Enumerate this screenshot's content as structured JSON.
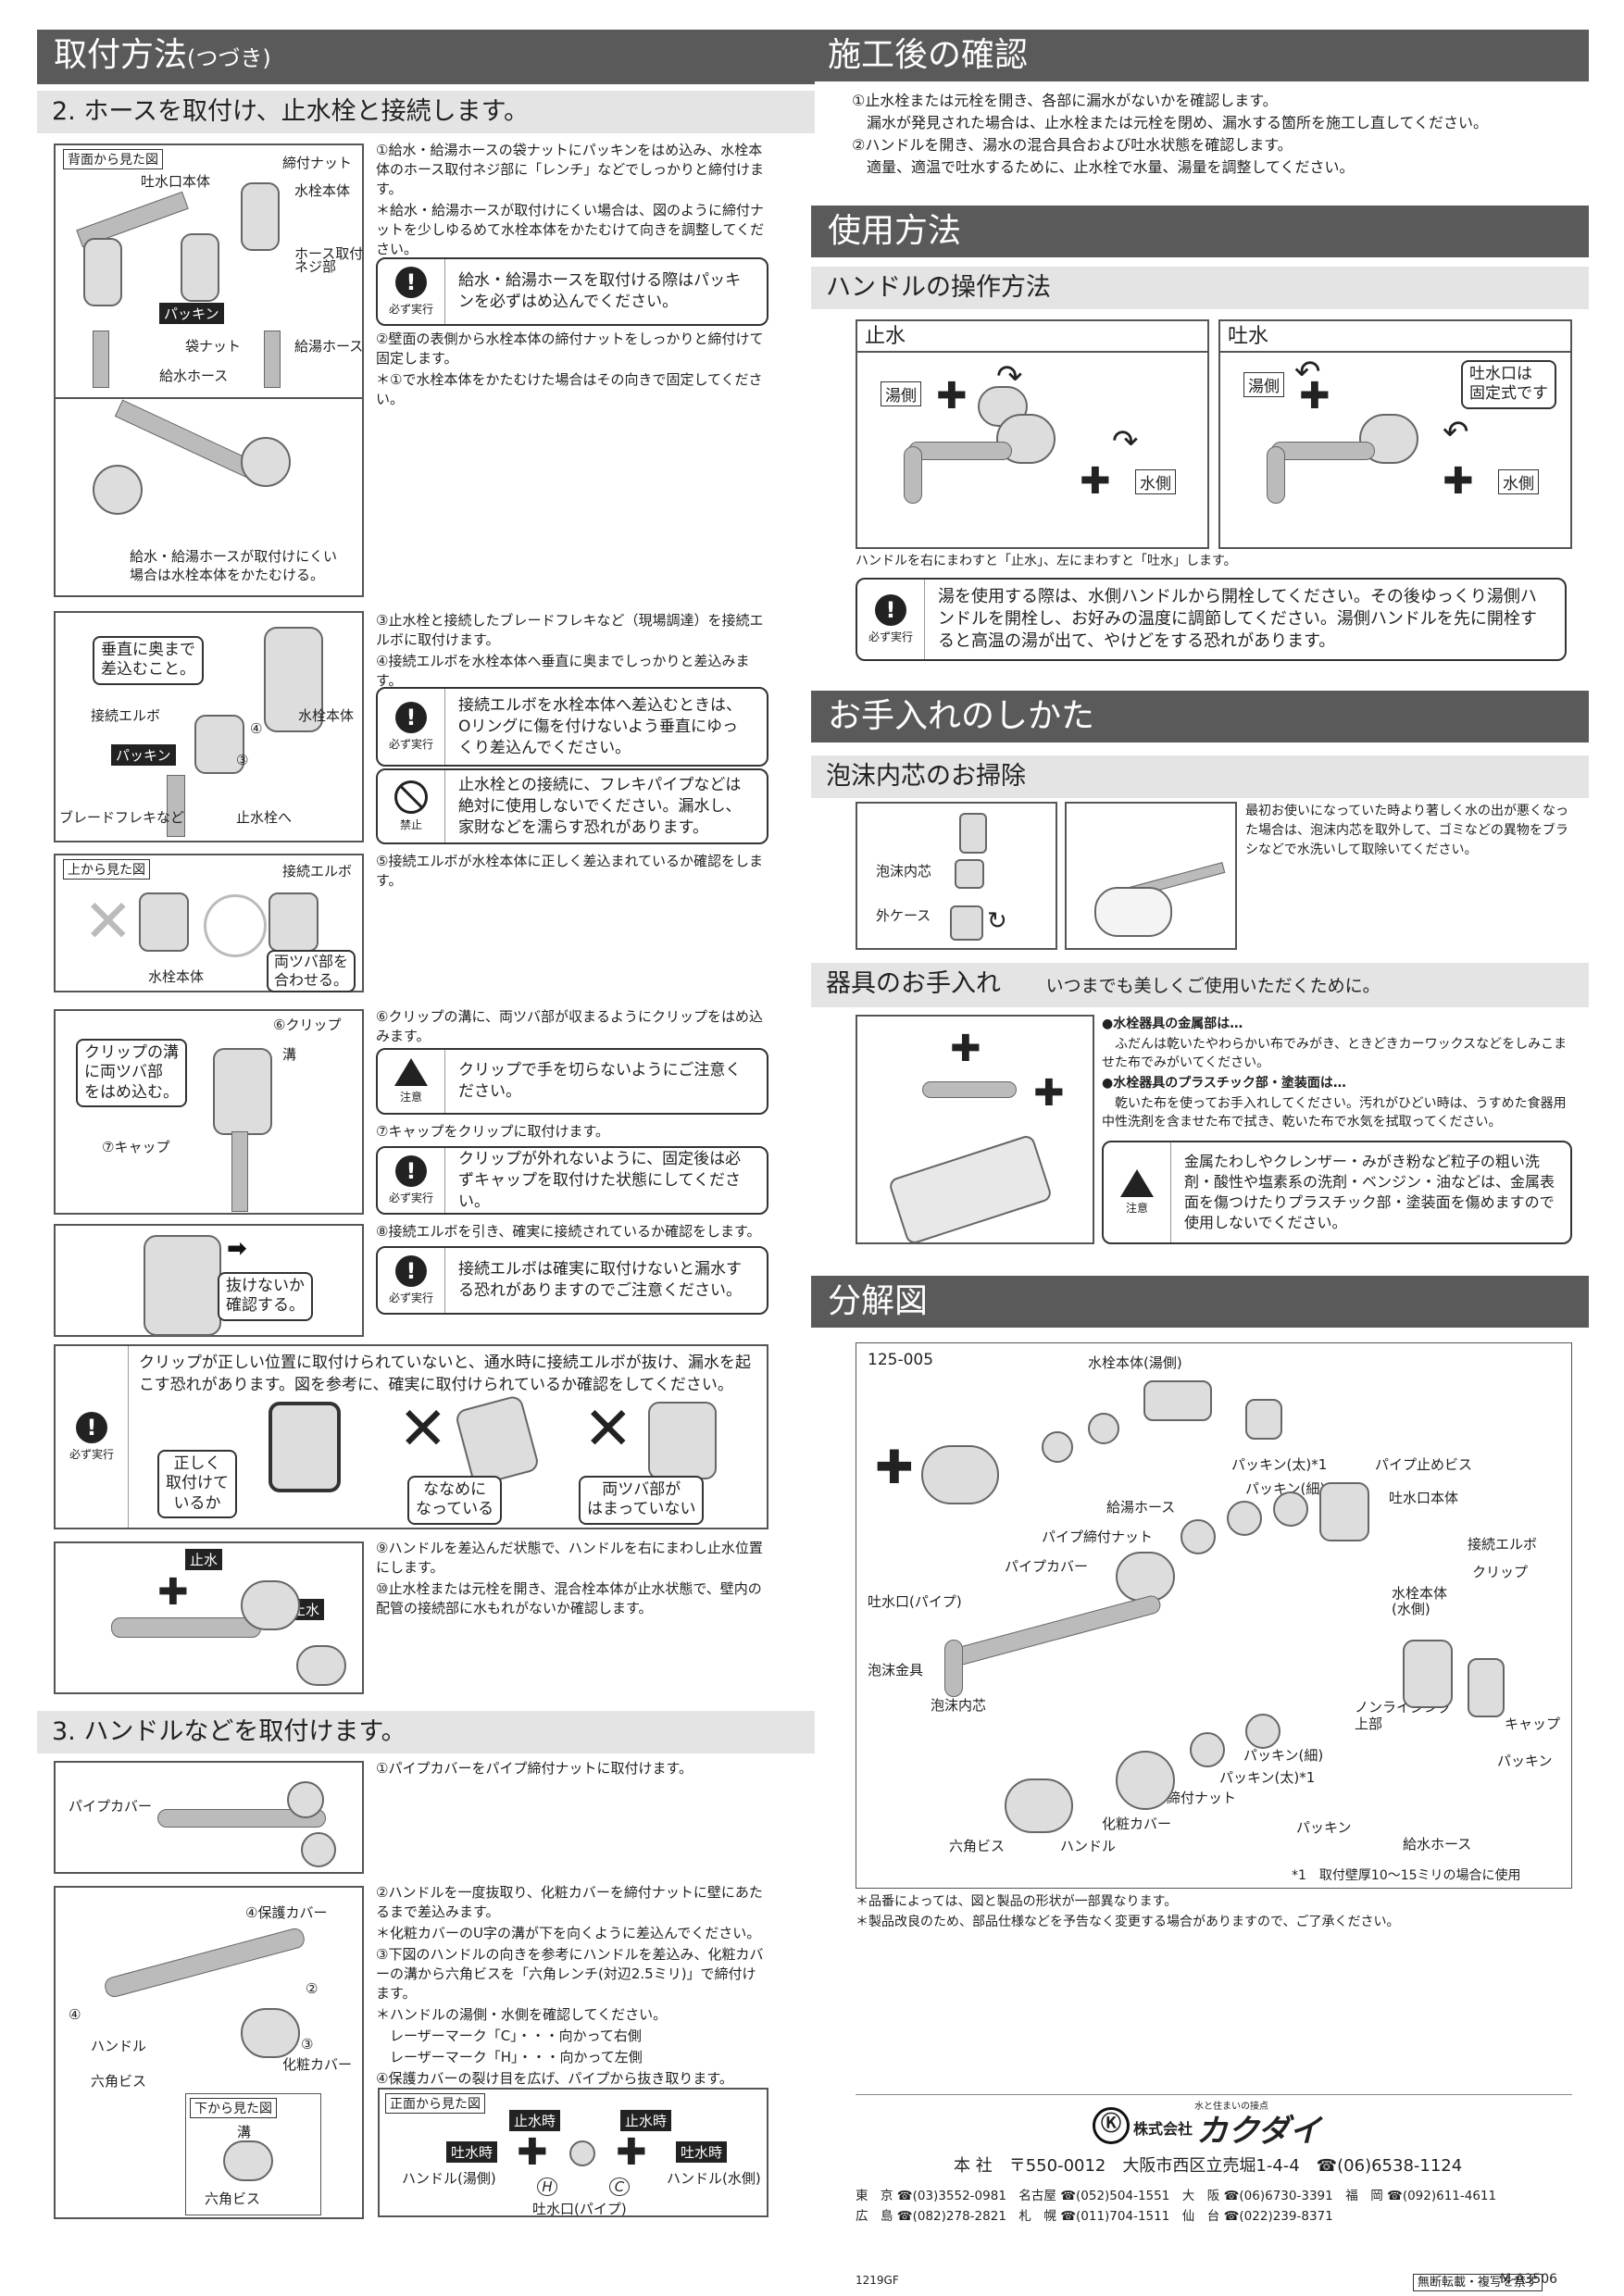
{
  "left": {
    "title": "取付方法",
    "title_suffix": "(つづき)",
    "sec2_title": "2. ホースを取付け、止水栓と接続します。",
    "fig1": {
      "view_label": "背面から見た図",
      "l_nut": "締付ナット",
      "l_spout_body": "吐水口本体",
      "l_valve_body": "水栓本体",
      "l_hose_screw": "ホース取付\nネジ部",
      "l_packing": "パッキン",
      "l_bag_nut": "袋ナット",
      "l_supply_hot": "給湯ホース",
      "l_supply": "給水ホース",
      "caption": "給水・給湯ホースが取付けにくい\n場合は水栓本体をかたむける。"
    },
    "steps1": [
      "①給水・給湯ホースの袋ナットにパッキンをはめ込み、水栓本体のホース取付ネジ部に「レンチ」などでしっかりと締付けます。",
      "＊給水・給湯ホースが取付けにくい場合は、図のように締付ナットを少しゆるめて水栓本体をかたむけて向きを調整してください。"
    ],
    "warn1": {
      "icon": "!",
      "cap": "必ず実行",
      "text": "給水・給湯ホースを取付ける際はパッキンを必ずはめ込んでください。"
    },
    "steps2": [
      "②壁面の表側から水栓本体の締付ナットをしっかりと締付けて固定します。",
      "＊①で水栓本体をかたむけた場合はその向きで固定してください。"
    ],
    "fig2": {
      "bubble": "垂直に奥まで\n差込むこと。",
      "l_elbow": "接続エルボ",
      "l_valve_body": "水栓本体",
      "l_packing": "パッキン",
      "l_braid": "ブレードフレキなど",
      "l_to_valve": "止水栓へ",
      "n3": "③",
      "n4": "④"
    },
    "steps3": [
      "③止水栓と接続したブレードフレキなど（現場調達）を接続エルボに取付けます。",
      "④接続エルボを水栓本体へ垂直に奥までしっかりと差込みます。"
    ],
    "warn2": {
      "icon": "!",
      "cap": "必ず実行",
      "text": "接続エルボを水栓本体へ差込むときは、Oリングに傷を付けないよう垂直にゆっくり差込んでください。"
    },
    "warn3": {
      "cap": "禁止",
      "text": "止水栓との接続に、フレキパイプなどは絶対に使用しないでください。漏水し、家財などを濡らす恐れがあります。"
    },
    "fig3": {
      "view_label": "上から見た図",
      "l_elbow": "接続エルボ",
      "l_valve_body": "水栓本体",
      "bubble": "両ツバ部を\n合わせる。"
    },
    "step5": "⑤接続エルボが水栓本体に正しく差込まれているか確認をします。",
    "fig4": {
      "l_clip": "⑥クリップ",
      "l_groove": "溝",
      "bubble": "クリップの溝\nに両ツバ部\nをはめ込む。",
      "l_cap": "⑦キャップ"
    },
    "step6": "⑥クリップの溝に、両ツバ部が収まるようにクリップをはめ込みます。",
    "warn4": {
      "cap": "注意",
      "text": "クリップで手を切らないようにご注意ください。"
    },
    "step7": "⑦キャップをクリップに取付けます。",
    "warn5": {
      "icon": "!",
      "cap": "必ず実行",
      "text": "クリップが外れないように、固定後は必ずキャップを取付けた状態にしてください。"
    },
    "fig5": {
      "bubble": "抜けないか\n確認する。"
    },
    "step8": "⑧接続エルボを引き、確実に接続されているか確認をします。",
    "warn6": {
      "icon": "!",
      "cap": "必ず実行",
      "text": "接続エルボは確実に取付けないと漏水する恐れがありますのでご注意ください。"
    },
    "bigwarn": {
      "icon": "!",
      "cap": "必ず実行",
      "text": "クリップが正しい位置に取付けられていないと、通水時に接続エルボが抜け、漏水を起こす恐れがあります。図を参考に、確実に取付けられているか確認をしてください。",
      "b1": "正しく\n取付けて\nいるか",
      "b2": "ななめに\nなっている",
      "b3": "両ツバ部が\nはまっていない"
    },
    "fig6": {
      "tag1": "止水",
      "tag2": "止水"
    },
    "steps9": [
      "⑨ハンドルを差込んだ状態で、ハンドルを右にまわし止水位置にします。",
      "⑩止水栓または元栓を開き、混合栓本体が止水状態で、壁内の配管の接続部に水もれがないか確認します。"
    ],
    "sec3_title": "3. ハンドルなどを取付けます。",
    "fig7": {
      "l_cover": "パイプカバー"
    },
    "step_c1": "①パイプカバーをパイプ締付ナットに取付けます。",
    "fig8": {
      "l_protect": "④保護カバー",
      "n4": "④",
      "n2": "②",
      "n3": "③",
      "l_handle": "ハンドル",
      "l_cosmetic": "化粧カバー",
      "l_hexbis": "六角ビス",
      "below_label": "下から見た図",
      "l_groove": "溝",
      "l_hexbis2": "六角ビス"
    },
    "steps_c2": [
      "②ハンドルを一度抜取り、化粧カバーを締付ナットに壁にあたるまで差込みます。",
      "＊化粧カバーのU字の溝が下を向くように差込んでください。",
      "③下図のハンドルの向きを参考にハンドルを差込み、化粧カバーの溝から六角ビスを「六角レンチ(対辺2.5ミリ)」で締付けます。",
      "＊ハンドルの湯側・水側を確認してください。",
      "　レーザーマーク「C」・・・向かって右側",
      "　レーザーマーク「H」・・・向かって左側",
      "④保護カバーの裂け目を広げ、パイプから抜き取ります。"
    ],
    "fig9": {
      "front_label": "正面から見た図",
      "stop1": "止水時",
      "stop2": "止水時",
      "spout1": "吐水時",
      "spout2": "吐水時",
      "h": "H",
      "c": "C",
      "l_hot": "ハンドル(湯側)",
      "l_cold": "ハンドル(水側)",
      "l_spout": "吐水口(パイプ)"
    }
  },
  "right": {
    "check_title": "施工後の確認",
    "check_lines": [
      "①止水栓または元栓を開き、各部に漏水がないかを確認します。",
      "　漏水が発見された場合は、止水栓または元栓を閉め、漏水する箇所を施工し直してください。",
      "②ハンドルを開き、湯水の混合具合および吐水状態を確認します。",
      "　適量、適温で吐水するために、止水栓で水量、湯量を調整してください。"
    ],
    "use_title": "使用方法",
    "handle_title": "ハンドルの操作方法",
    "stop_title": "止水",
    "spout_title": "吐水",
    "l_hot": "湯側",
    "l_cold": "水側",
    "l_hot2": "湯側",
    "l_cold2": "水側",
    "fixed_bubble": "吐水口は\n固定式です",
    "handle_note": "ハンドルを右にまわすと「止水」、左にまわすと「吐水」します。",
    "warn_use": {
      "icon": "!",
      "cap": "必ず実行",
      "text": "湯を使用する際は、水側ハンドルから開栓してください。その後ゆっくり湯側ハンドルを開栓し、お好みの温度に調節してください。湯側ハンドルを先に開栓すると高温の湯が出て、やけどをする恐れがあります。"
    },
    "care_title": "お手入れのしかた",
    "aerator_title": "泡沫内芯のお掃除",
    "l_core": "泡沫内芯",
    "l_case": "外ケース",
    "aerator_text": "最初お使いになっていた時より著しく水の出が悪くなった場合は、泡沫内芯を取外して、ゴミなどの異物をブラシなどで水洗いして取除いてください。",
    "fixture_title": "器具のお手入れ",
    "fixture_sub": "いつまでも美しくご使用いただくために。",
    "care_lines": [
      "●水栓器具の金属部は…",
      "　ふだんは乾いたやわらかい布でみがき、ときどきカーワックスなどをしみこませた布でみがいてください。",
      "●水栓器具のプラスチック部・塗装面は…",
      "　乾いた布を使ってお手入れしてください。汚れがひどい時は、うすめた食器用中性洗剤を含ませた布で拭き、乾いた布で水気を拭取ってください。"
    ],
    "warn_care": {
      "cap": "注意",
      "text": "金属たわしやクレンザー・みがき粉など粒子の粗い洗剤・酸性や塩素系の洗剤・ベンジン・油などは、金属表面を傷つけたりプラスチック部・塗装面を傷めますので使用しないでください。"
    },
    "exploded_title": "分解図",
    "model": "125-005",
    "parts": {
      "body_hot": "水栓本体(湯側)",
      "pk_thick": "パッキン(太)*1",
      "pipe_stop": "パイプ止めビス",
      "pk_thin": "パッキン(細)",
      "spout_body": "吐水口本体",
      "hot_hose": "給湯ホース",
      "pipe_nut": "パイプ締付ナット",
      "pipe_cover": "パイプカバー",
      "spout_pipe": "吐水口(パイプ)",
      "elbow": "接続エルボ",
      "clip": "クリップ",
      "body_cold": "水栓本体\n(水側)",
      "aerator": "泡沫金具",
      "aerator_core": "泡沫内芯",
      "nonrising": "ノンライジング\n上部",
      "cap": "キャップ",
      "packing": "パッキン",
      "pk_thin2": "パッキン(細)",
      "pk_thick2": "パッキン(太)*1",
      "nut": "締付ナット",
      "cosmetic": "化粧カバー",
      "handle": "ハンドル",
      "hexbis": "六角ビス",
      "packing2": "パッキン",
      "cold_hose": "給水ホース"
    },
    "footnote1": "*1　取付壁厚10〜15ミリの場合に使用",
    "notes": [
      "＊品番によっては、図と製品の形状が一部異なります。",
      "＊製品改良のため、部品仕様などを予告なく変更する場合がありますので、ご了承ください。"
    ],
    "company": {
      "tagline": "水と住まいの接点",
      "name_small": "株式会社",
      "name": "カクダイ",
      "hq": "本 社　〒550-0012　大阪市西区立売堀1-4-4　☎(06)6538-1124",
      "row1": "東　京 ☎(03)3552-0981　名古屋 ☎(052)504-1551　大　阪 ☎(06)6730-3391　福　岡 ☎(092)611-4611",
      "row2": "広　島 ☎(082)278-2821　札　幌 ☎(011)704-1511　仙　台 ☎(022)239-8371",
      "code_left": "1219GF",
      "code_right": "M-A3506",
      "copy": "無断転載・複写を禁ず"
    }
  }
}
